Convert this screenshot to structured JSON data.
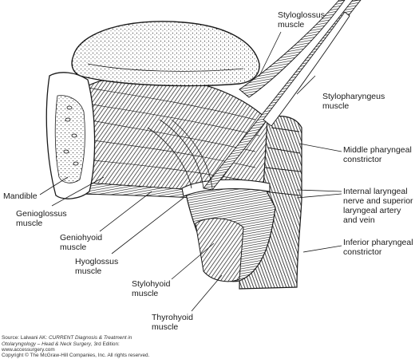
{
  "labels": {
    "styloglossus": "Styloglossus\nmuscle",
    "stylopharyngeus": "Stylopharyngeus\nmuscle",
    "middle_pharyngeal": "Middle pharyngeal\nconstrictor",
    "internal_laryngeal": "Internal laryngeal\nnerve and superior\nlaryngeal artery\nand vein",
    "inferior_pharyngeal": "Inferior pharyngeal\nconstrictor",
    "mandible": "Mandible",
    "genioglossus": "Genioglossus\nmuscle",
    "geniohyoid": "Geniohyoid\nmuscle",
    "hyoglossus": "Hyoglossus\nmuscle",
    "stylohyoid": "Stylohyoid\nmuscle",
    "thyrohyoid": "Thyrohyoid\nmuscle"
  },
  "credit": {
    "source_prefix": "Source: Lalwani AK: ",
    "source_title": "CURRENT Diagnosis & Treatment in",
    "source_title_2": "Otolaryngology – Head & Neck Surgery",
    "source_suffix": ", 3rd Edition:",
    "website": "www.accessurgery.com",
    "copyright": "Copyright © The McGraw-Hill Companies, Inc. All rights reserved."
  }
}
